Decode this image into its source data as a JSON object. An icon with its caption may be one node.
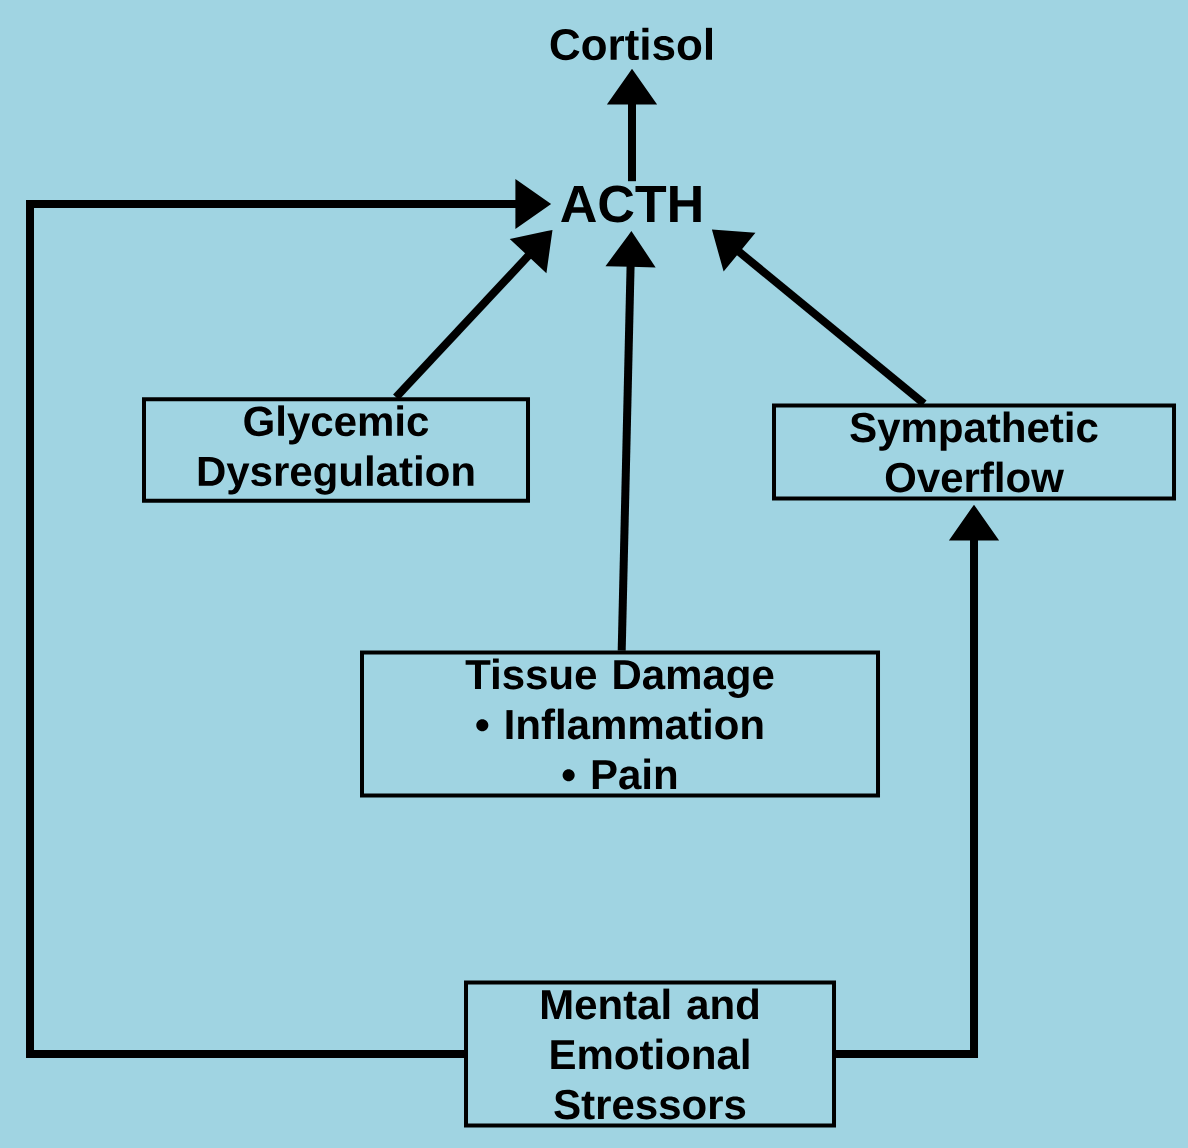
{
  "diagram": {
    "nodes": [
      {
        "text": [
          "Cortisol"
        ]
      },
      {
        "text": [
          "ACTH"
        ]
      },
      {
        "text": [
          "Glycemic Dysregulation"
        ]
      },
      {
        "text": [
          "Sympathetic Overflow"
        ]
      },
      {
        "text": [
          "Tissue Damage",
          "• Inflammation",
          "• Pain"
        ]
      },
      {
        "text": [
          "Mental and Emotional Stressors"
        ]
      }
    ],
    "edges": [
      {
        "from": 1,
        "to": 0,
        "arrow": "to"
      },
      {
        "from": 2,
        "to": 1,
        "arrow": "to"
      },
      {
        "from": 4,
        "to": 1,
        "arrow": "to"
      },
      {
        "from": 3,
        "to": 1,
        "arrow": "to"
      },
      {
        "from": 5,
        "to": 1,
        "arrow": "to"
      },
      {
        "from": 5,
        "to": 3,
        "arrow": "to"
      }
    ]
  }
}
